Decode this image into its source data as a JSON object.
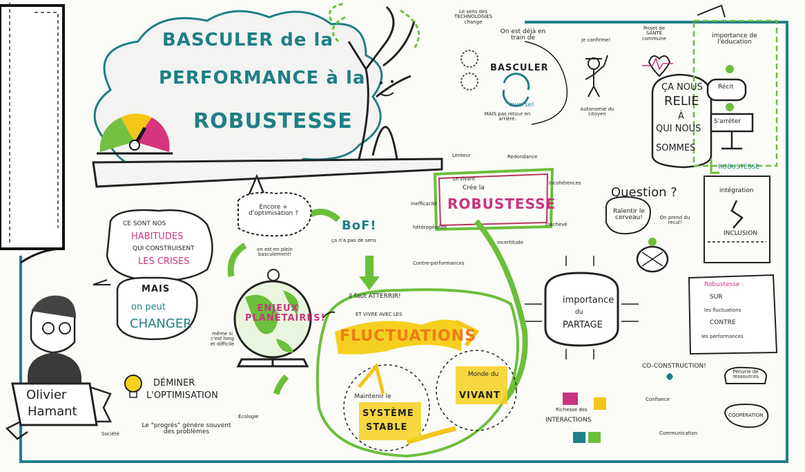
{
  "title": {
    "line1": "BASCULER de la",
    "line2": "PERFORMANCE à la",
    "line3": "ROBUSTESSE"
  },
  "author": {
    "first": "Olivier",
    "last": "Hamant"
  },
  "habits": {
    "line1": "CE SONT NOS",
    "line2": "HABITUDES",
    "line3": "QUI CONSTRUISENT",
    "line4": "LES CRISES"
  },
  "change": {
    "mais": "MAIS",
    "peut": "on peut",
    "changer": "CHANGER",
    "note": "même si c'est long et difficile"
  },
  "optim": {
    "question": "Encore + d'optimisation ?",
    "bof": "BoF!",
    "bof_sub": "ça n'a pas de sens"
  },
  "globe": {
    "label": "ENJEUX PLANÉTAIRES!",
    "note": "on est en plein basculement!"
  },
  "deminer": {
    "line1": "DÉMINER",
    "line2": "L'OPTIMISATION"
  },
  "progres": {
    "text": "Le \"progrès\" génère souvent des problèmes",
    "societe": "Société",
    "ecologie": "Écologie"
  },
  "center": {
    "atterrir": "il faut ATTERRIR!",
    "vivre": "ET VIVRE AVEC LES",
    "fluctuations": "FLUCTUATIONS",
    "maintenir": "Maintenir le",
    "systeme": "SYSTÈME",
    "stable": "STABLE",
    "monde": "Monde du",
    "vivant": "VIVANT"
  },
  "robust": {
    "vivant": "Le vivant",
    "cree": "Crée la",
    "robustesse": "ROBUSTESSE",
    "lenteur": "Lenteur",
    "redondance": "Redondance",
    "incoherences": "incohérences",
    "inefficacite": "inefficacité",
    "heterogeneite": "hétérogénéité",
    "inacheve": "inachevé",
    "incertitude": "incertitude",
    "contre": "Contre-performances"
  },
  "tech": {
    "sens": "Le sens des TECHNOLOGIES change",
    "deja": "On est déjà en train de",
    "basculer": "BASCULER",
    "inverse": "inverse!",
    "mais": "MAIS pas retour en arrière."
  },
  "citoyen": {
    "confirme": "je confirme!",
    "autonomie": "Autonomie du citoyen",
    "sante": "Projet de SANTÉ commune"
  },
  "relie": {
    "l1": "ÇA NOUS",
    "l2": "RELIE",
    "l3": "À",
    "l4": "QUI NOUS",
    "l5": "SOMMES"
  },
  "education": {
    "title": "importance de l'éducation",
    "recit": "Récit",
    "arreter": "S'arrêter"
  },
  "question": {
    "title": "Question ?",
    "ralentir": "Ralentir le cerveau!",
    "recul": "On prend du recul!"
  },
  "integration": {
    "header": "ROBUSTESSE",
    "integration": "intégration",
    "inclusion": "INCLUSION"
  },
  "partage": {
    "l1": "importance",
    "l2": "du",
    "l3": "PARTAGE"
  },
  "robustesse_sur": {
    "title": "Robustesse :",
    "sur": "SUR",
    "fluct": "les fluctuations",
    "contre": "CONTRE",
    "perf": "les performances"
  },
  "coconstruction": {
    "title": "CO-CONSTRUCTION!",
    "confiance": "Confiance",
    "communication": "Communication",
    "richesse": "Richesse des",
    "interactions": "INTERACTIONS"
  },
  "penurie": {
    "title": "Pénurie de ressources",
    "cooperation": "COOPÉRATION"
  },
  "colors": {
    "teal": "#1f7f86",
    "green": "#6bbf3a",
    "pink": "#c8357f",
    "orange": "#f07a17",
    "yellow": "#f5d020",
    "lightgray": "#e6e6e6"
  }
}
